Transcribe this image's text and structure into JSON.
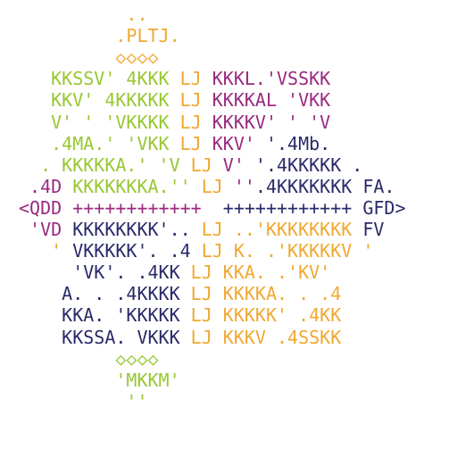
{
  "colors": {
    "green": "#98c732",
    "orange": "#f0a830",
    "purple": "#9a2a80",
    "navy": "#2a2a6a"
  },
  "lines": [
    [
      {
        "t": "          ..",
        "c": "orange"
      }
    ],
    [
      {
        "t": "         .PLTJ.",
        "c": "orange"
      }
    ],
    [
      {
        "t": "         ◇◇◇◇",
        "c": "orange"
      }
    ],
    [
      {
        "t": "   KKSSV' 4KKK ",
        "c": "green"
      },
      {
        "t": "LJ",
        "c": "orange"
      },
      {
        "t": " KKKL.'VSSKK",
        "c": "purple"
      }
    ],
    [
      {
        "t": "   KKV' 4KKKKK ",
        "c": "green"
      },
      {
        "t": "LJ",
        "c": "orange"
      },
      {
        "t": " KKKKAL 'VKK",
        "c": "purple"
      }
    ],
    [
      {
        "t": "   V' ' 'VKKKK ",
        "c": "green"
      },
      {
        "t": "LJ",
        "c": "orange"
      },
      {
        "t": " KKKKV' ' 'V",
        "c": "purple"
      }
    ],
    [
      {
        "t": "   .4MA.' 'VKK ",
        "c": "green"
      },
      {
        "t": "LJ",
        "c": "orange"
      },
      {
        "t": " KKV' ",
        "c": "purple"
      },
      {
        "t": "'.4Mb.",
        "c": "navy"
      }
    ],
    [
      {
        "t": "  . KKKKKA.' 'V ",
        "c": "green"
      },
      {
        "t": "LJ",
        "c": "orange"
      },
      {
        "t": " V' ",
        "c": "purple"
      },
      {
        "t": "'.4KKKKK .",
        "c": "navy"
      }
    ],
    [
      {
        "t": " .4D ",
        "c": "purple"
      },
      {
        "t": "KKKKKKKA.'' ",
        "c": "green"
      },
      {
        "t": "LJ",
        "c": "orange"
      },
      {
        "t": " ''",
        "c": "purple"
      },
      {
        "t": ".4KKKKKKK FA.",
        "c": "navy"
      }
    ],
    [
      {
        "t": "<QDD ",
        "c": "purple"
      },
      {
        "t": "++++++++++++",
        "c": "purple"
      },
      {
        "t": "  ++++++++++++ GFD>",
        "c": "navy"
      }
    ],
    [
      {
        "t": " 'VD ",
        "c": "purple"
      },
      {
        "t": "KKKKKKKK'.. ",
        "c": "navy"
      },
      {
        "t": "LJ",
        "c": "orange"
      },
      {
        "t": " ..'KKKKKKKK",
        "c": "orange"
      },
      {
        "t": " FV",
        "c": "navy"
      }
    ],
    [
      {
        "t": "   ' ",
        "c": "orange"
      },
      {
        "t": "VKKKKK'. .4 ",
        "c": "navy"
      },
      {
        "t": "LJ",
        "c": "orange"
      },
      {
        "t": " K. .'KKKKKV '",
        "c": "orange"
      }
    ],
    [
      {
        "t": "     'VK'. .4KK ",
        "c": "navy"
      },
      {
        "t": "LJ",
        "c": "orange"
      },
      {
        "t": " KKA. .'KV'",
        "c": "orange"
      }
    ],
    [
      {
        "t": "    A. . .4KKKK ",
        "c": "navy"
      },
      {
        "t": "LJ",
        "c": "orange"
      },
      {
        "t": " KKKKA. . .4",
        "c": "orange"
      }
    ],
    [
      {
        "t": "    KKA. 'KKKKK ",
        "c": "navy"
      },
      {
        "t": "LJ",
        "c": "orange"
      },
      {
        "t": " KKKKK' .4KK",
        "c": "orange"
      }
    ],
    [
      {
        "t": "    KKSSA. VKKK ",
        "c": "navy"
      },
      {
        "t": "LJ",
        "c": "orange"
      },
      {
        "t": " KKKV .4SSKK",
        "c": "orange"
      }
    ],
    [
      {
        "t": "         ◇◇◇◇",
        "c": "green"
      }
    ],
    [
      {
        "t": "         'MKKM'",
        "c": "green"
      }
    ],
    [
      {
        "t": "          ''",
        "c": "green"
      }
    ]
  ]
}
